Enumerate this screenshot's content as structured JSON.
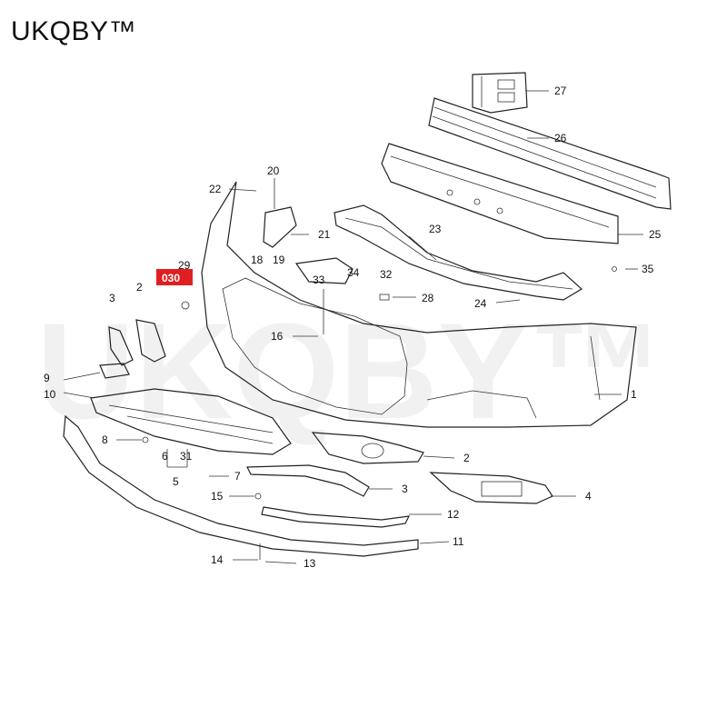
{
  "brand": "UKQBY™",
  "watermark": "UKQBY™",
  "highlight_badge": {
    "text": "030",
    "color": "#e02020"
  },
  "callouts": [
    {
      "id": "c27",
      "label": "27"
    },
    {
      "id": "c26",
      "label": "26"
    },
    {
      "id": "c25",
      "label": "25"
    },
    {
      "id": "c20",
      "label": "20"
    },
    {
      "id": "c22",
      "label": "22"
    },
    {
      "id": "c21",
      "label": "21"
    },
    {
      "id": "c18",
      "label": "18"
    },
    {
      "id": "c19",
      "label": "19"
    },
    {
      "id": "c23",
      "label": "23"
    },
    {
      "id": "c34",
      "label": "34"
    },
    {
      "id": "c32",
      "label": "32"
    },
    {
      "id": "c33",
      "label": "33"
    },
    {
      "id": "c35",
      "label": "35"
    },
    {
      "id": "c28",
      "label": "28"
    },
    {
      "id": "c24",
      "label": "24"
    },
    {
      "id": "c29",
      "label": "29"
    },
    {
      "id": "c2a",
      "label": "2"
    },
    {
      "id": "c3a",
      "label": "3"
    },
    {
      "id": "c16",
      "label": "16"
    },
    {
      "id": "c1",
      "label": "1"
    },
    {
      "id": "c9",
      "label": "9"
    },
    {
      "id": "c10",
      "label": "10"
    },
    {
      "id": "c8",
      "label": "8"
    },
    {
      "id": "c6",
      "label": "6"
    },
    {
      "id": "c31",
      "label": "31"
    },
    {
      "id": "c5",
      "label": "5"
    },
    {
      "id": "c7",
      "label": "7"
    },
    {
      "id": "c2b",
      "label": "2"
    },
    {
      "id": "c3b",
      "label": "3"
    },
    {
      "id": "c4",
      "label": "4"
    },
    {
      "id": "c15",
      "label": "15"
    },
    {
      "id": "c12",
      "label": "12"
    },
    {
      "id": "c11",
      "label": "11"
    },
    {
      "id": "c14",
      "label": "14"
    },
    {
      "id": "c13",
      "label": "13"
    }
  ]
}
